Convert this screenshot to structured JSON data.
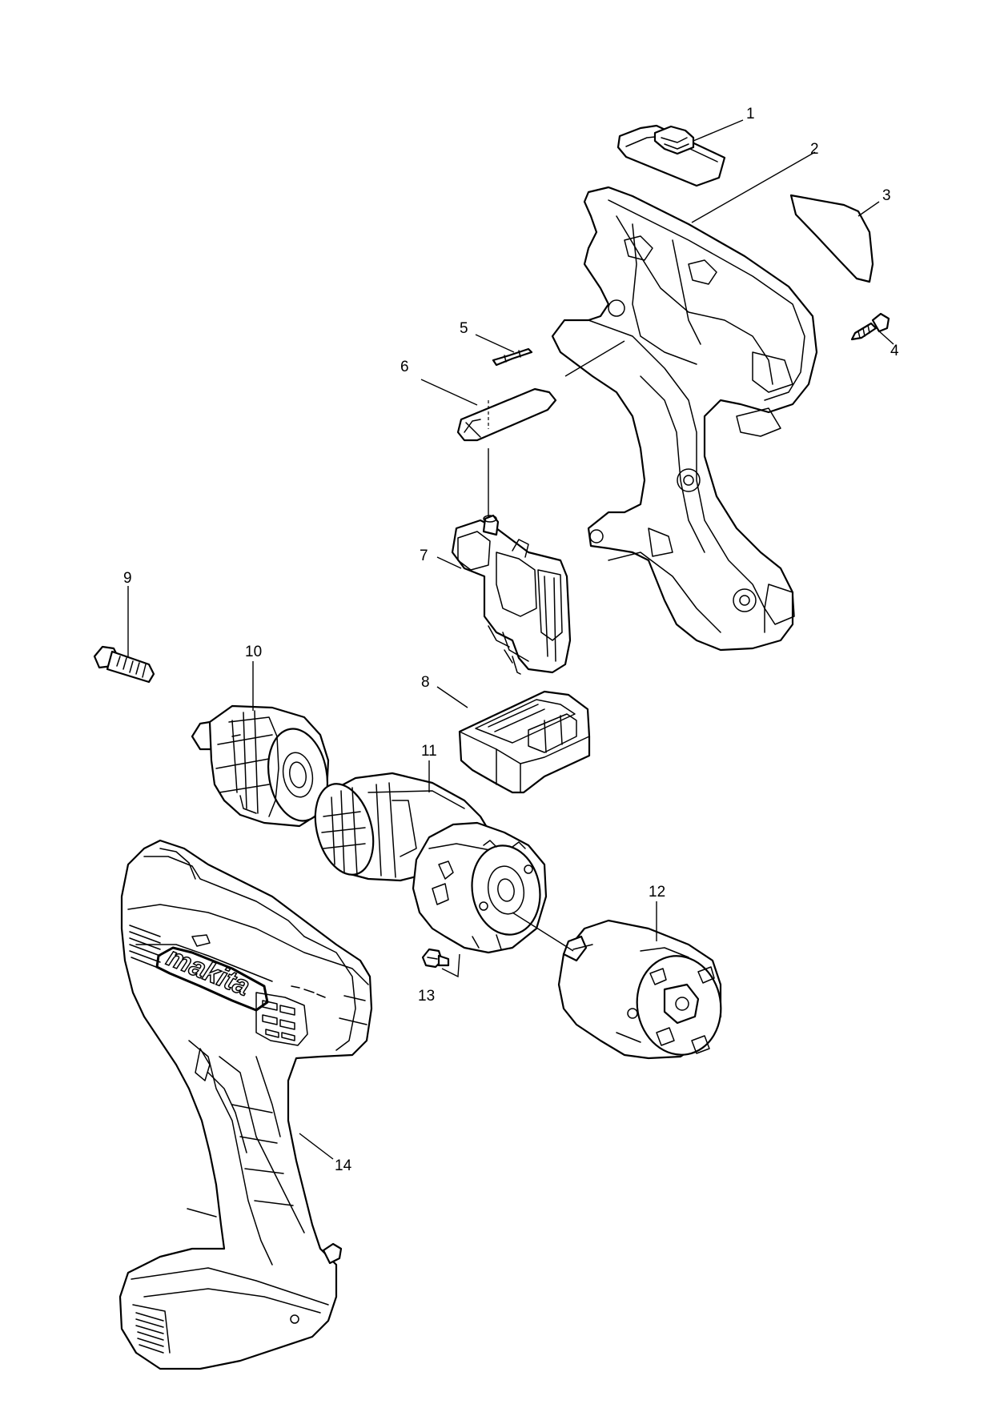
{
  "parts": [
    {
      "id": "part-1",
      "number": "1"
    },
    {
      "id": "part-2",
      "number": "2"
    },
    {
      "id": "part-3",
      "number": "3"
    },
    {
      "id": "part-4",
      "number": "4"
    },
    {
      "id": "part-5",
      "number": "5"
    },
    {
      "id": "part-6",
      "number": "6"
    },
    {
      "id": "part-7",
      "number": "7"
    },
    {
      "id": "part-8",
      "number": "8"
    },
    {
      "id": "part-9",
      "number": "9"
    },
    {
      "id": "part-10",
      "number": "10"
    },
    {
      "id": "part-11",
      "number": "11"
    },
    {
      "id": "part-12",
      "number": "12"
    },
    {
      "id": "part-13",
      "number": "13"
    },
    {
      "id": "part-14",
      "number": "14"
    }
  ],
  "brand_logo": "makita",
  "colors": {
    "line": "#000000",
    "background": "#ffffff"
  }
}
